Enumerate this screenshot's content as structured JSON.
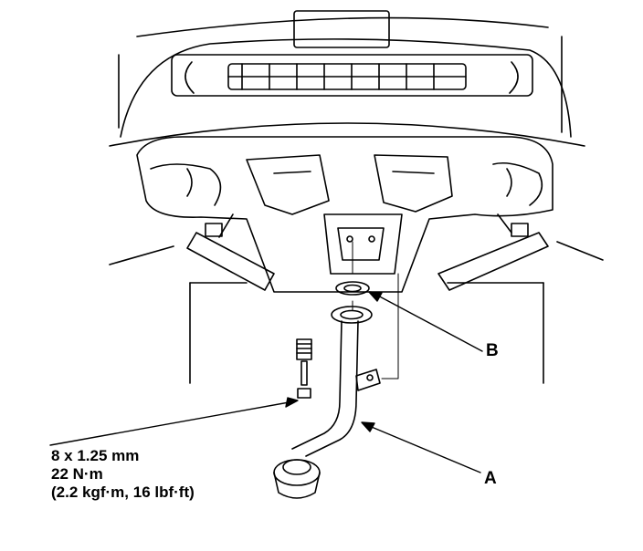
{
  "callouts": {
    "a": "A",
    "b": "B"
  },
  "bolt_spec": {
    "size": "8 x 1.25 mm",
    "torque_nm": "22 N·m",
    "torque_alt": "(2.2 kgf·m, 16 lbf·ft)"
  },
  "colors": {
    "ink": "#000000",
    "paper": "#ffffff"
  }
}
